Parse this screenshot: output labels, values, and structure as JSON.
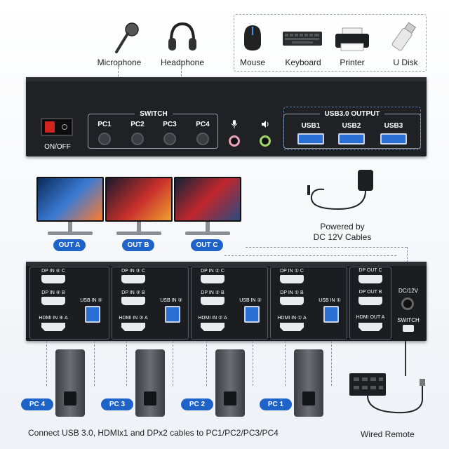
{
  "devices": {
    "microphone": "Microphone",
    "headphone": "Headphone",
    "mouse": "Mouse",
    "keyboard": "Keyboard",
    "printer": "Printer",
    "udisk": "U Disk"
  },
  "front_panel": {
    "power_label": "ON/OFF",
    "switch_label": "SWITCH",
    "pc_buttons": [
      "PC1",
      "PC2",
      "PC3",
      "PC4"
    ],
    "usb_output_label": "USB3.0 OUTPUT",
    "usb_ports": [
      "USB1",
      "USB2",
      "USB3"
    ]
  },
  "monitors": [
    "OUT A",
    "OUT B",
    "OUT C"
  ],
  "power": {
    "line1": "Powered by",
    "line2": "DC 12V Cables"
  },
  "rear_panel": {
    "groups": [
      {
        "dp_c": "DP IN ④ C",
        "dp_b": "DP IN ④ B",
        "hdmi": "HDMI IN ④ A",
        "usb": "USB IN ④"
      },
      {
        "dp_c": "DP IN ③ C",
        "dp_b": "DP IN ③ B",
        "hdmi": "HDMI IN ③ A",
        "usb": "USB IN ③"
      },
      {
        "dp_c": "DP IN ② C",
        "dp_b": "DP IN ② B",
        "hdmi": "HDMI IN ② A",
        "usb": "USB IN ②"
      },
      {
        "dp_c": "DP IN ① C",
        "dp_b": "DP IN ① B",
        "hdmi": "HDMI IN ① A",
        "usb": "USB IN ①"
      }
    ],
    "out_c": "DP OUT C",
    "out_b": "DP OUT B",
    "out_a": "HDMI OUT A",
    "dc": "DC/12V",
    "switch": "SWITCH"
  },
  "pcs": [
    "PC 4",
    "PC 3",
    "PC 2",
    "PC 1"
  ],
  "footer": {
    "caption": "Connect USB 3.0, HDMIx1 and DPx2 cables to PC1/PC2/PC3/PC4",
    "remote": "Wired Remote"
  },
  "colors": {
    "accent": "#1e63c8",
    "usb_blue": "#2a6fd4",
    "panel": "#1f2124"
  }
}
